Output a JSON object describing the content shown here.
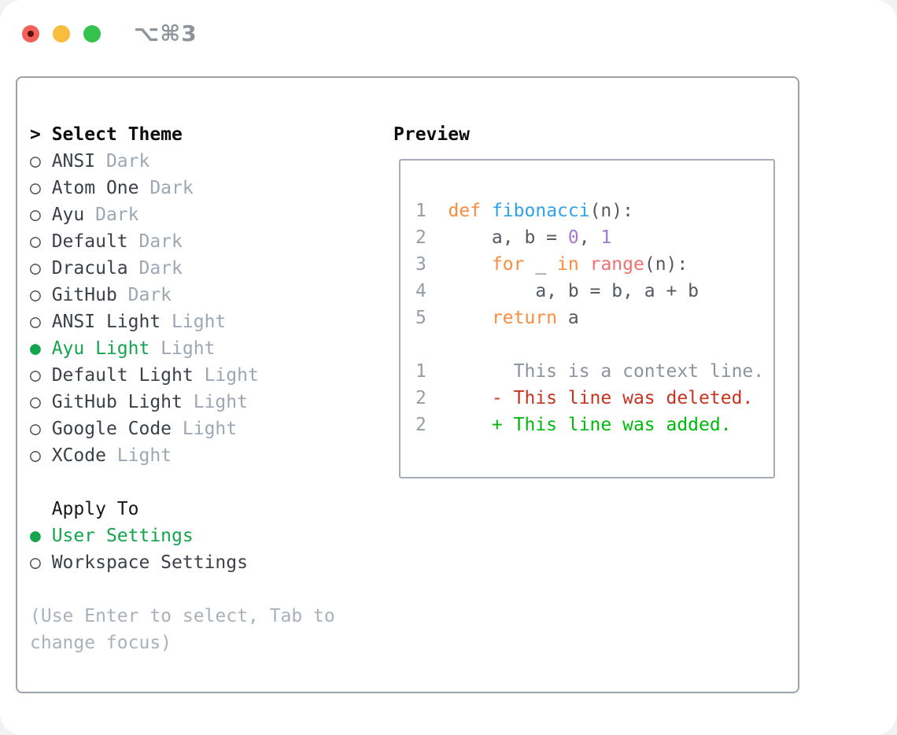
{
  "titlebar": {
    "title": "⌥⌘3",
    "lights": [
      {
        "name": "close-light",
        "color": "#f3605a",
        "dot": true
      },
      {
        "name": "minimize-light",
        "color": "#f8bd3c",
        "dot": false
      },
      {
        "name": "zoom-light",
        "color": "#35c24d",
        "dot": false
      }
    ]
  },
  "theme_panel": {
    "header_prefix": "> ",
    "header": "Select Theme",
    "radio_unselected": "○ ",
    "radio_selected": "● ",
    "items": [
      {
        "name": "ANSI",
        "variant": "Dark",
        "selected": false
      },
      {
        "name": "Atom One",
        "variant": "Dark",
        "selected": false
      },
      {
        "name": "Ayu",
        "variant": "Dark",
        "selected": false
      },
      {
        "name": "Default",
        "variant": "Dark",
        "selected": false
      },
      {
        "name": "Dracula",
        "variant": "Dark",
        "selected": false
      },
      {
        "name": "GitHub",
        "variant": "Dark",
        "selected": false
      },
      {
        "name": "ANSI Light",
        "variant": "Light",
        "selected": false
      },
      {
        "name": "Ayu Light",
        "variant": "Light",
        "selected": true
      },
      {
        "name": "Default Light",
        "variant": "Light",
        "selected": false
      },
      {
        "name": "GitHub Light",
        "variant": "Light",
        "selected": false
      },
      {
        "name": "Google Code",
        "variant": "Light",
        "selected": false
      },
      {
        "name": "XCode",
        "variant": "Light",
        "selected": false
      }
    ]
  },
  "apply_panel": {
    "header": "Apply To",
    "items": [
      {
        "name": "User Settings",
        "selected": true
      },
      {
        "name": "Workspace Settings",
        "selected": false
      }
    ]
  },
  "hint": "(Use Enter to select, Tab to change focus)",
  "preview": {
    "header": "Preview",
    "lines": [
      {
        "segments": [
          [
            "1  ",
            "num"
          ],
          [
            "def",
            "kw"
          ],
          [
            " ",
            "fg"
          ],
          [
            "fibonacci",
            "fn"
          ],
          [
            "(n):",
            "fg"
          ]
        ]
      },
      {
        "segments": [
          [
            "2  ",
            "num"
          ],
          [
            "    a, b = ",
            "fg"
          ],
          [
            "0",
            "pur"
          ],
          [
            ", ",
            "fg"
          ],
          [
            "1",
            "pur"
          ]
        ]
      },
      {
        "segments": [
          [
            "3  ",
            "num"
          ],
          [
            "    ",
            "fg"
          ],
          [
            "for",
            "kw"
          ],
          [
            " _ ",
            "fg"
          ],
          [
            "in",
            "kw"
          ],
          [
            " ",
            "fg"
          ],
          [
            "range",
            "red"
          ],
          [
            "(n):",
            "fg"
          ]
        ]
      },
      {
        "segments": [
          [
            "4  ",
            "num"
          ],
          [
            "        a, b = b, a + b",
            "fg"
          ]
        ]
      },
      {
        "segments": [
          [
            "5  ",
            "num"
          ],
          [
            "    ",
            "fg"
          ],
          [
            "return",
            "kw"
          ],
          [
            " a",
            "fg"
          ]
        ]
      },
      {
        "segments": []
      },
      {
        "segments": [
          [
            "1  ",
            "num"
          ],
          [
            "      This is a context line.",
            "ctx"
          ]
        ]
      },
      {
        "segments": [
          [
            "2  ",
            "num"
          ],
          [
            "    - This line was deleted.",
            "del"
          ]
        ]
      },
      {
        "segments": [
          [
            "2  ",
            "num"
          ],
          [
            "    + This line was added.",
            "add"
          ]
        ]
      }
    ]
  },
  "colors": {
    "selection_green": "#14a44d",
    "added_green": "#00b90c",
    "deleted_red": "#c8321e",
    "keyword_orange": "#fa8d3e",
    "function_blue": "#2fa2e9",
    "number_purple": "#a37acc",
    "builtin_coral": "#f07171",
    "muted_gray": "#9da7b3",
    "border_gray": "#9aa2ac",
    "traffic_red": "#f3605a",
    "traffic_yellow": "#f8bd3c",
    "traffic_green": "#35c24d"
  }
}
